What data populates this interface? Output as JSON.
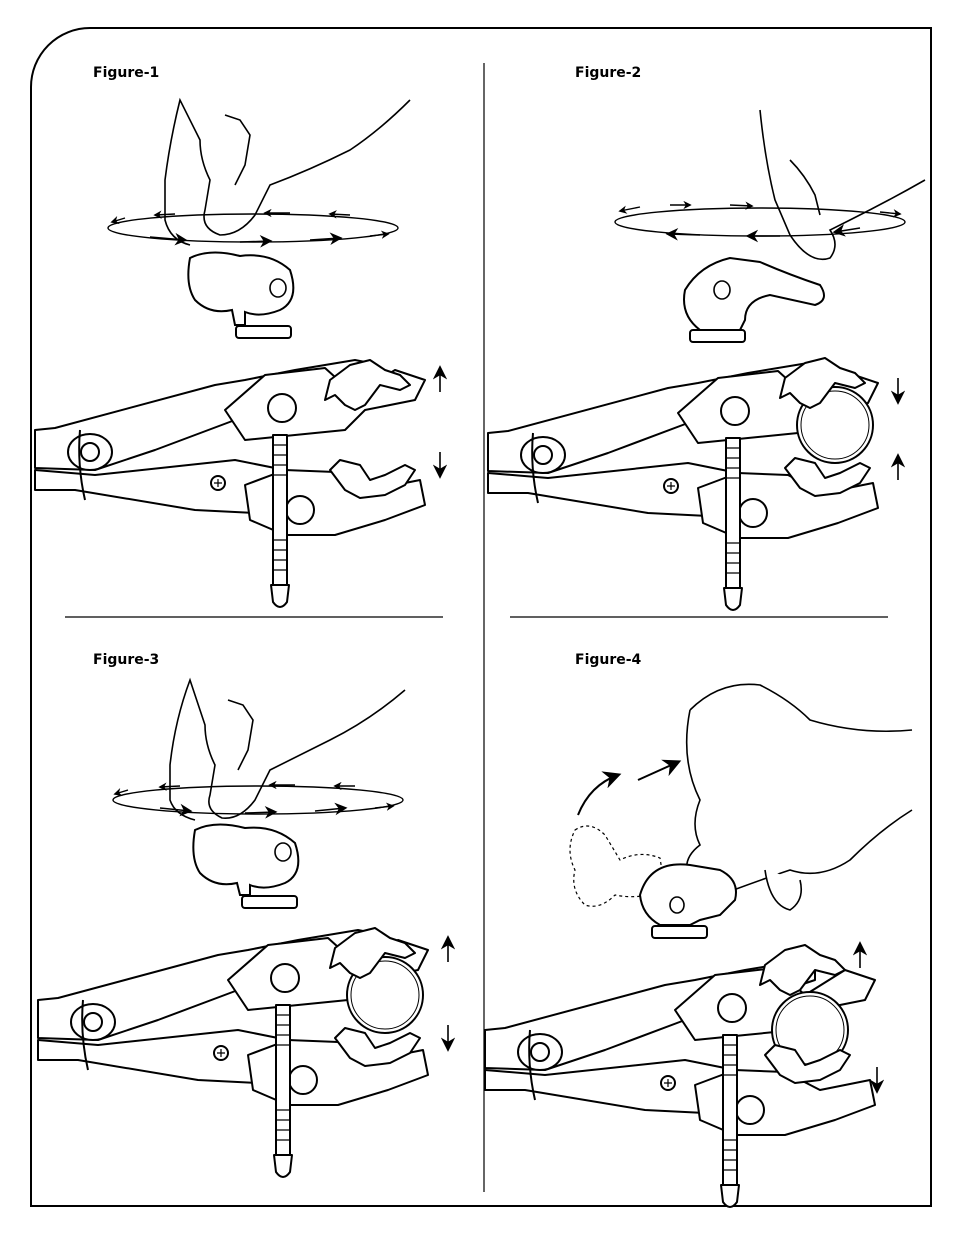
{
  "figures": [
    {
      "label": "Figure-1"
    },
    {
      "label": "Figure-2"
    },
    {
      "label": "Figure-3"
    },
    {
      "label": "Figure-4"
    }
  ],
  "style": {
    "line_color": "#000000",
    "background": "#ffffff"
  }
}
